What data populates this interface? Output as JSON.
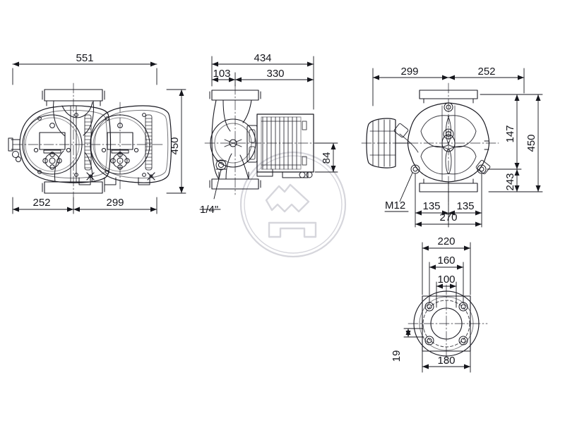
{
  "drawing": {
    "title": "Twin-head circulator pump dimensional drawing",
    "watermark": "grundfos-logo-watermark",
    "line_color": "#1a1a22",
    "dimension_color": "#15161c",
    "background_color": "#ffffff",
    "units": "mm"
  },
  "views": {
    "front": {
      "name": "front-view",
      "dimensions": {
        "overall_width": "551",
        "overall_height": "450",
        "left_offset": "252",
        "right_offset": "299"
      }
    },
    "side": {
      "name": "side-view",
      "dimensions": {
        "overall_depth": "434",
        "flange_to_center": "103",
        "center_to_motor_end": "330",
        "shaft_height": "84"
      },
      "labels": {
        "port_thread": "1/4\""
      }
    },
    "top": {
      "name": "top-view",
      "dimensions": {
        "left_offset": "299",
        "right_offset": "252",
        "overall_height": "450",
        "upper_height": "147",
        "lower_height": "243",
        "bolt_left": "135",
        "bolt_right": "135",
        "bolt_span": "270"
      },
      "labels": {
        "bolt_size": "M12"
      }
    },
    "flange": {
      "name": "flange-detail-view",
      "dimensions": {
        "outer_width": "220",
        "bolt_circle": "160",
        "bore": "100",
        "flange_width": "180",
        "flange_thickness": "19"
      }
    }
  }
}
